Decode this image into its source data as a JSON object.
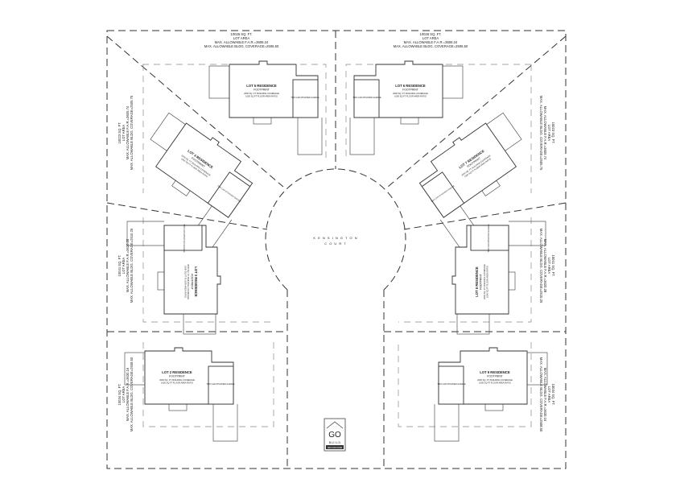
{
  "street": {
    "line1": "K E N S I N G T O N",
    "line2": "C O U R T"
  },
  "logo": {
    "text": "GO",
    "sub": "B U I L D",
    "phone": "000.000.0000"
  },
  "lots": [
    {
      "id": "lot5",
      "title": "LOT 5 RESIDENCE",
      "sub": "FOOTPRINT",
      "line1": "2000 SQ. FT. BUILDING COVERAGE",
      "line2": "1000 SQ FT FLOOR AREA RATIO",
      "garage": "TWO CAR ATTACHED GARAGE",
      "notes": [
        "10026 SQ. FT.",
        "LOT AREA",
        "MAX. ALLOWABLE F.A.R.=3608.24",
        "MAX. ALLOWABLE BLDG. COVERAGE=2506.50"
      ]
    },
    {
      "id": "lot6",
      "title": "LOT 6 RESIDENCE",
      "sub": "FOOTPRINT",
      "line1": "2000 SQ. FT. BUILDING COVERAGE",
      "line2": "1000 SQ FT FLOOR AREA RATIO",
      "garage": "TWO CAR ATTACHED GARAGE",
      "notes": [
        "10026 SQ. FT.",
        "LOT AREA",
        "MAX. ALLOWABLE F.A.R.=3608.24",
        "MAX. ALLOWABLE BLDG. COVERAGE=2506.50"
      ]
    },
    {
      "id": "lot4",
      "title": "LOT 4 RESIDENCE",
      "sub": "FOOTPRINT",
      "line1": "2000 SQ. FT. BUILDING COVERAGE",
      "line2": "1000 SQ FT FLOOR AREA RATIO",
      "garage": "TWO CAR ATTACHED GARAGE",
      "notes": [
        "10023 SQ. FT.",
        "LOT AREA",
        "MAX. ALLOWABLE F.A.R.=3605.74",
        "MAX. ALLOWABLE BLDG. COVERAGE=2505.75"
      ]
    },
    {
      "id": "lot7",
      "title": "LOT 7 RESIDENCE",
      "sub": "FOOTPRINT",
      "line1": "2000 SQ. FT. BUILDING COVERAGE",
      "line2": "1000 SQ FT FLOOR AREA RATIO",
      "garage": "TWO CAR ATTACHED GARAGE",
      "notes": [
        "10023 SQ. FT.",
        "LOT AREA",
        "MAX. ALLOWABLE F.A.R.=3605.74",
        "MAX. ALLOWABLE BLDG. COVERAGE=2505.75"
      ]
    },
    {
      "id": "lot3",
      "title": "LOT 3 RESIDENCE",
      "sub": "FOOTPRINT",
      "line1": "2000 SQ. FT. BUILDING COVERAGE",
      "line2": "1000 SQ FT FLOOR AREA RATIO",
      "garage": "TWO CAR ATTACHED GARAGE",
      "notes": [
        "10041 SQ. FT.",
        "LOT AREA",
        "MAX. ALLOWABLE F.A.R.=3620.28",
        "MAX. ALLOWABLE BLDG. COVERAGE=2510.25"
      ]
    },
    {
      "id": "lot8",
      "title": "LOT 8 RESIDENCE",
      "sub": "FOOTPRINT",
      "line1": "2000 SQ. FT. BUILDING COVERAGE",
      "line2": "1000 SQ FT FLOOR AREA RATIO",
      "garage": "TWO CAR ATTACHED GARAGE",
      "notes": [
        "10041 SQ. FT.",
        "LOT AREA",
        "MAX. ALLOWABLE F.A.R.=3620.28",
        "MAX. ALLOWABLE BLDG. COVERAGE=2510.25"
      ]
    },
    {
      "id": "lot2",
      "title": "LOT 2 RESIDENCE",
      "sub": "FOOTPRINT",
      "line1": "2000 SQ. FT. BUILDING COVERAGE",
      "line2": "1000 SQ FT FLOOR AREA RATIO",
      "garage": "TWO CAR ATTACHED GARAGE",
      "notes": [
        "10034 SQ. FT.",
        "LOT AREA",
        "MAX. ALLOWABLE F.A.R.=3630.16",
        "MAX. ALLOWABLE BLDG. COVERAGE=2508.50"
      ]
    },
    {
      "id": "lot9",
      "title": "LOT 9 RESIDENCE",
      "sub": "FOOTPRINT",
      "line1": "2000 SQ. FT. BUILDING COVERAGE",
      "line2": "1000 SQ FT FLOOR AREA RATIO",
      "garage": "TWO CAR ATTACHED GARAGE",
      "notes": [
        "10034 SQ. FT.",
        "LOT AREA",
        "MAX. ALLOWABLE F.A.R.=3630.16",
        "MAX. ALLOWABLE BLDG. COVERAGE=2508.50"
      ]
    }
  ]
}
